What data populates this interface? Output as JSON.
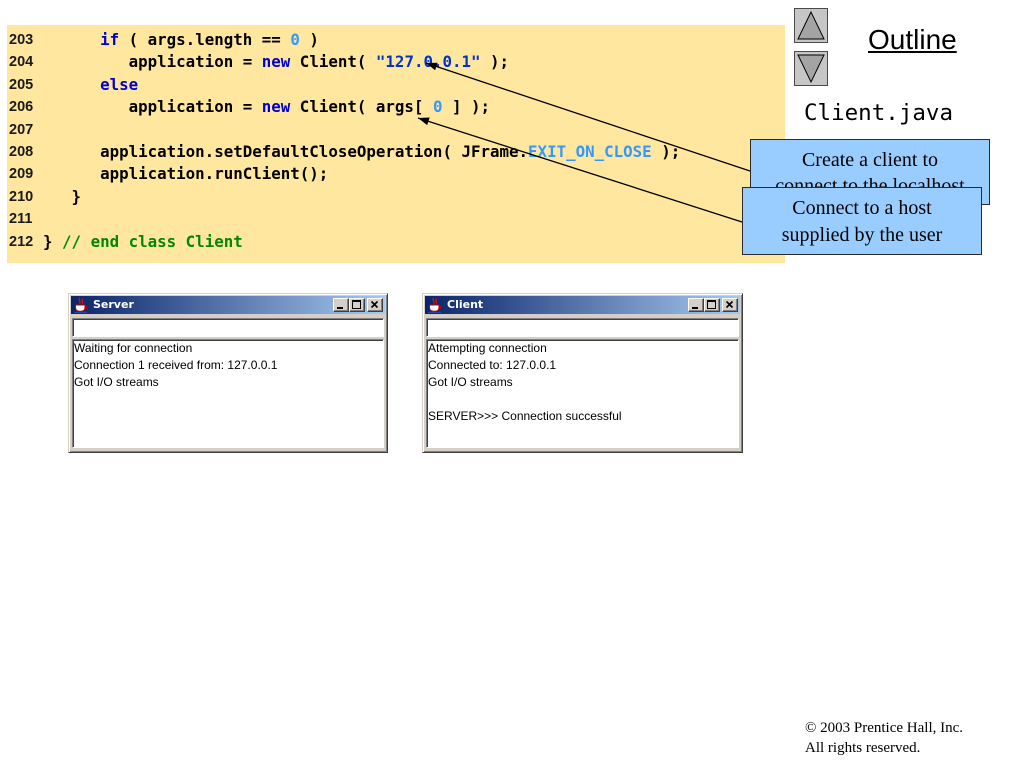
{
  "slide": {
    "outline_link": "Outline",
    "file_name": "Client.java",
    "nav": {
      "previous_icon": "triangle-up-icon",
      "next_icon": "triangle-down-icon"
    }
  },
  "code": {
    "lines": [
      {
        "number": "203",
        "tokens": [
          {
            "text": "      "
          },
          {
            "text": "if",
            "color": "#0000CC"
          },
          {
            "text": " ( args.length == "
          },
          {
            "text": "0",
            "color": "#3399FF"
          },
          {
            "text": " )"
          }
        ]
      },
      {
        "number": "204",
        "tokens": [
          {
            "text": "         application = "
          },
          {
            "text": "new",
            "color": "#0000CC"
          },
          {
            "text": " Client( "
          },
          {
            "text": "\"127.0.0.1\"",
            "color": "#0033CC"
          },
          {
            "text": " );"
          }
        ]
      },
      {
        "number": "205",
        "tokens": [
          {
            "text": "      "
          },
          {
            "text": "else",
            "color": "#0000CC"
          }
        ]
      },
      {
        "number": "206",
        "tokens": [
          {
            "text": "         application = "
          },
          {
            "text": "new",
            "color": "#0000CC"
          },
          {
            "text": " Client( args[ "
          },
          {
            "text": "0",
            "color": "#3399FF"
          },
          {
            "text": " ] );"
          }
        ]
      },
      {
        "number": "207",
        "tokens": []
      },
      {
        "number": "208",
        "tokens": [
          {
            "text": "      application.setDefaultCloseOperation( JFrame."
          },
          {
            "text": "EXIT_ON_CLOSE",
            "color": "#3399FF"
          },
          {
            "text": " );"
          }
        ]
      },
      {
        "number": "209",
        "tokens": [
          {
            "text": "      application.runClient();"
          }
        ]
      },
      {
        "number": "210",
        "tokens": [
          {
            "text": "   }"
          }
        ]
      },
      {
        "number": "211",
        "tokens": []
      },
      {
        "number": "212",
        "tokens": [
          {
            "text": "} "
          },
          {
            "text": "// end class Client",
            "color": "#008800"
          }
        ]
      }
    ]
  },
  "callouts": [
    {
      "lines": [
        "Create a client to",
        "connect to the localhost"
      ]
    },
    {
      "lines": [
        "Connect to a host",
        "supplied by the user"
      ]
    }
  ],
  "windows": {
    "icons": {
      "app": "java-cup-icon",
      "minimize": "minimize-icon",
      "maximize": "maximize-icon",
      "close": "close-icon"
    },
    "server": {
      "title": "Server",
      "input_value": "",
      "output_lines": [
        "Waiting for connection",
        "Connection 1 received from: 127.0.0.1",
        "Got I/O streams"
      ]
    },
    "client": {
      "title": "Client",
      "input_value": "",
      "output_lines": [
        "Attempting connection",
        "Connected to: 127.0.0.1",
        "Got I/O streams",
        "",
        "SERVER>>> Connection successful"
      ]
    }
  },
  "footer": {
    "copyright": "© 2003 Prentice Hall, Inc.",
    "rights": "All rights reserved."
  },
  "colors": {
    "code_background": "#FFE7A0",
    "callout_fill": "#99CCFF",
    "title_bar_start": "#0A246A",
    "title_bar_end": "#A6CAF0",
    "window_face": "#D4D0C8"
  }
}
